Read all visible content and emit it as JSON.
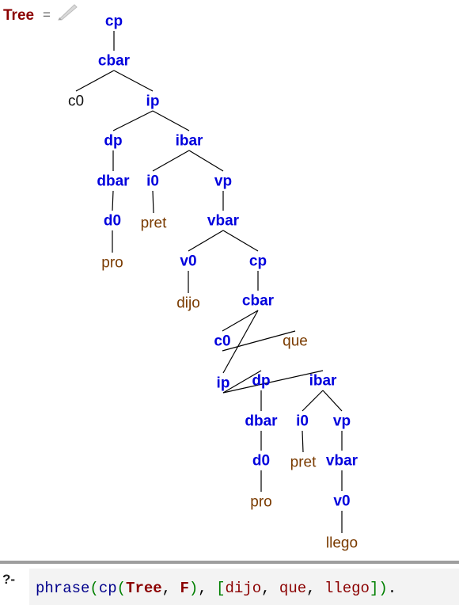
{
  "result": {
    "variable": "Tree",
    "equals": "=",
    "edit_icon": "pencil-icon",
    "tree": {
      "label": "cp",
      "kind": "category",
      "children": [
        {
          "label": "cbar",
          "kind": "category",
          "children": [
            {
              "label": "c0",
              "kind": "plain"
            },
            {
              "label": "ip",
              "kind": "category",
              "children": [
                {
                  "label": "dp",
                  "kind": "category",
                  "children": [
                    {
                      "label": "dbar",
                      "kind": "category",
                      "children": [
                        {
                          "label": "d0",
                          "kind": "category",
                          "children": [
                            {
                              "label": "pro",
                              "kind": "word"
                            }
                          ]
                        }
                      ]
                    }
                  ]
                },
                {
                  "label": "ibar",
                  "kind": "category",
                  "children": [
                    {
                      "label": "i0",
                      "kind": "category",
                      "children": [
                        {
                          "label": "pret",
                          "kind": "word"
                        }
                      ]
                    },
                    {
                      "label": "vp",
                      "kind": "category",
                      "children": [
                        {
                          "label": "vbar",
                          "kind": "category",
                          "children": [
                            {
                              "label": "v0",
                              "kind": "category",
                              "children": [
                                {
                                  "label": "dijo",
                                  "kind": "word"
                                }
                              ]
                            },
                            {
                              "label": "cp",
                              "kind": "category",
                              "children": [
                                {
                                  "label": "cbar",
                                  "kind": "category",
                                  "children": [
                                    {
                                      "label": "c0",
                                      "kind": "category",
                                      "children": [
                                        {
                                          "label": "que",
                                          "kind": "word"
                                        }
                                      ]
                                    },
                                    {
                                      "label": "ip",
                                      "kind": "category",
                                      "children": [
                                        {
                                          "label": "dp",
                                          "kind": "category",
                                          "children": [
                                            {
                                              "label": "dbar",
                                              "kind": "category",
                                              "children": [
                                                {
                                                  "label": "d0",
                                                  "kind": "category",
                                                  "children": [
                                                    {
                                                      "label": "pro",
                                                      "kind": "word"
                                                    }
                                                  ]
                                                }
                                              ]
                                            }
                                          ]
                                        },
                                        {
                                          "label": "ibar",
                                          "kind": "category",
                                          "children": [
                                            {
                                              "label": "i0",
                                              "kind": "category",
                                              "children": [
                                                {
                                                  "label": "pret",
                                                  "kind": "word"
                                                }
                                              ]
                                            },
                                            {
                                              "label": "vp",
                                              "kind": "category",
                                              "children": [
                                                {
                                                  "label": "vbar",
                                                  "kind": "category",
                                                  "children": [
                                                    {
                                                      "label": "v0",
                                                      "kind": "category",
                                                      "children": [
                                                        {
                                                          "label": "llego",
                                                          "kind": "word"
                                                        }
                                                      ]
                                                    }
                                                  ]
                                                }
                                              ]
                                            }
                                          ]
                                        }
                                      ]
                                    }
                                  ]
                                }
                              ]
                            }
                          ]
                        }
                      ]
                    }
                  ]
                }
              ]
            }
          ]
        }
      ]
    }
  },
  "query": {
    "prompt": "?-",
    "tokens": [
      {
        "text": "phrase",
        "role": "fn"
      },
      {
        "text": "(",
        "role": "paren"
      },
      {
        "text": "cp",
        "role": "fn"
      },
      {
        "text": "(",
        "role": "paren"
      },
      {
        "text": "Tree",
        "role": "var"
      },
      {
        "text": ", ",
        "role": "punct"
      },
      {
        "text": "F",
        "role": "var"
      },
      {
        "text": ")",
        "role": "paren"
      },
      {
        "text": ", ",
        "role": "punct"
      },
      {
        "text": "[",
        "role": "paren"
      },
      {
        "text": "dijo",
        "role": "atom"
      },
      {
        "text": ", ",
        "role": "punct"
      },
      {
        "text": "que",
        "role": "atom"
      },
      {
        "text": ", ",
        "role": "punct"
      },
      {
        "text": "llego",
        "role": "atom"
      },
      {
        "text": "]",
        "role": "paren"
      },
      {
        "text": ")",
        "role": "paren"
      },
      {
        "text": ".",
        "role": "punct"
      }
    ]
  },
  "colors": {
    "category": "#0000dd",
    "word": "#7a3b00",
    "plain": "#111111",
    "edge": "#000000",
    "variable": "#8b0000"
  }
}
